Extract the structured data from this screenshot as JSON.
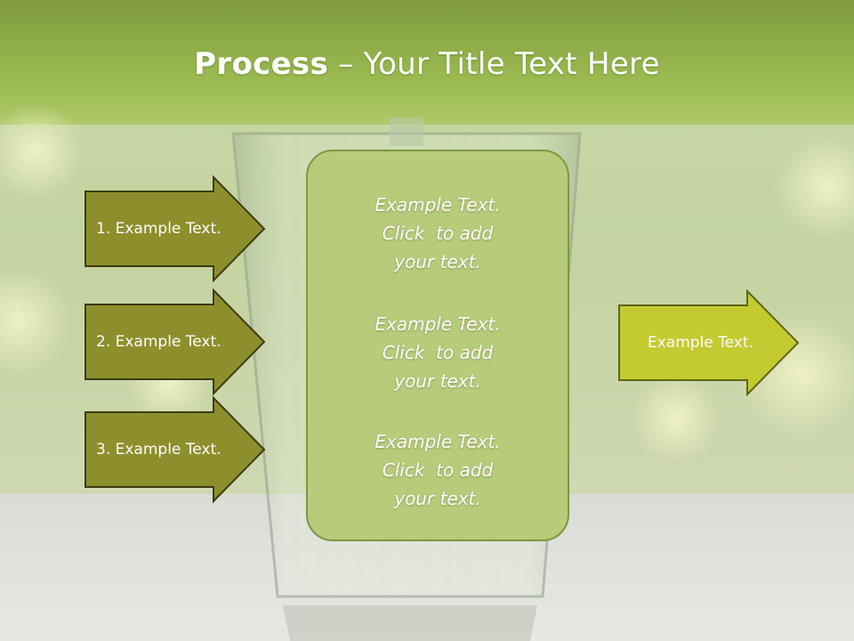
{
  "slide": {
    "title_bold": "Process",
    "title_rest": " – Your Title Text Here"
  },
  "left_arrows": [
    {
      "label": "1. Example Text."
    },
    {
      "label": "2. Example Text."
    },
    {
      "label": "3. Example Text."
    }
  ],
  "center_box": {
    "blocks": [
      {
        "lines": [
          "Example Text.",
          "Click  to add",
          "your text."
        ]
      },
      {
        "lines": [
          "Example Text.",
          "Click  to add",
          "your text."
        ]
      },
      {
        "lines": [
          "Example Text.",
          "Click  to add",
          "your text."
        ]
      }
    ]
  },
  "right_arrow": {
    "label": "Example Text."
  },
  "colors": {
    "title_band": "#8faa45",
    "left_arrow_fill": "#8d8f2c",
    "left_arrow_stroke": "#3a3c10",
    "center_fill": "#b8cb7b",
    "right_arrow_fill": "#c3cb31",
    "right_arrow_stroke": "#5e6616"
  }
}
